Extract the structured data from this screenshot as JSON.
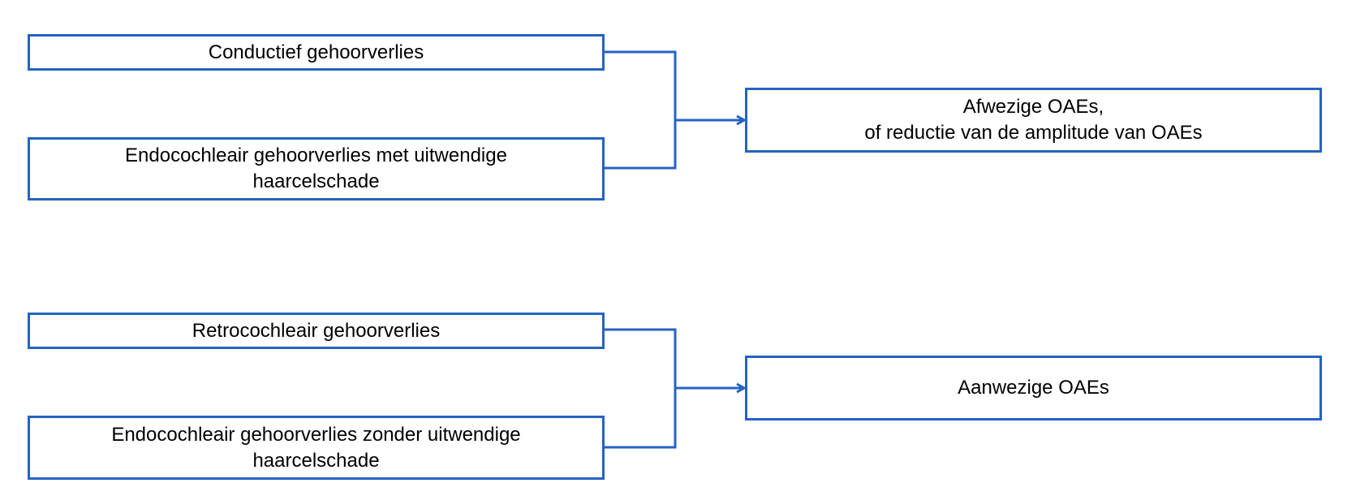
{
  "colors": {
    "stroke": "#2563c0",
    "text": "#000000",
    "background": "#ffffff"
  },
  "groups": [
    {
      "sources": [
        "Conductief gehoorverlies",
        "Endocochleair gehoorverlies met uitwendige\nhaarcelschade"
      ],
      "result": "Afwezige OAEs,\nof reductie van de amplitude van OAEs"
    },
    {
      "sources": [
        "Retrocochleair gehoorverlies",
        "Endocochleair gehoorverlies zonder uitwendige\nhaarcelschade"
      ],
      "result": "Aanwezige OAEs"
    }
  ]
}
